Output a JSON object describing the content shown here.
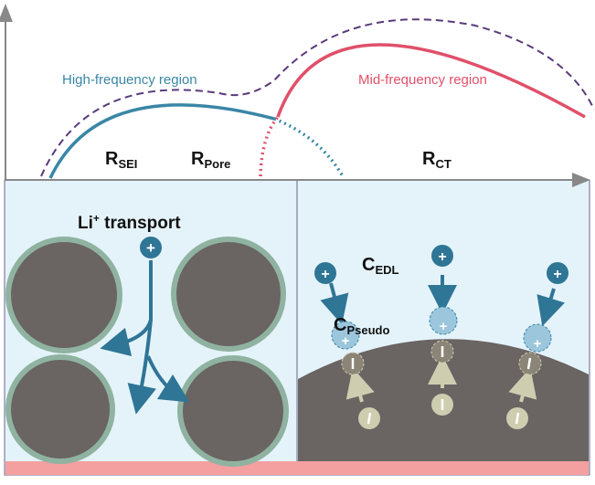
{
  "labels": {
    "high_region": "High-frequency region",
    "mid_region": "Mid-frequency region",
    "r_sei": {
      "main": "R",
      "sub": "SEI"
    },
    "r_pore": {
      "main": "R",
      "sub": "Pore"
    },
    "r_ct": {
      "main": "R",
      "sub": "CT"
    },
    "li_transport": {
      "main": "Li",
      "sup": "+",
      "rest": " transport"
    },
    "c_edl": {
      "main": "C",
      "sub": "EDL"
    },
    "c_pseudo": {
      "main": "C",
      "sub": "Pseudo"
    },
    "plus": "+",
    "minus": "−"
  },
  "colors": {
    "high": "#3a86a6",
    "mid": "#e0506a",
    "envelope": "#5a3a7a",
    "electrolyte": "#e4f3fa",
    "particle": "#6a6463",
    "coating": "#8fb3a0",
    "current_collector": "#f4a0a0",
    "cation": "#2f7596",
    "anion": "#cfcdb0"
  }
}
